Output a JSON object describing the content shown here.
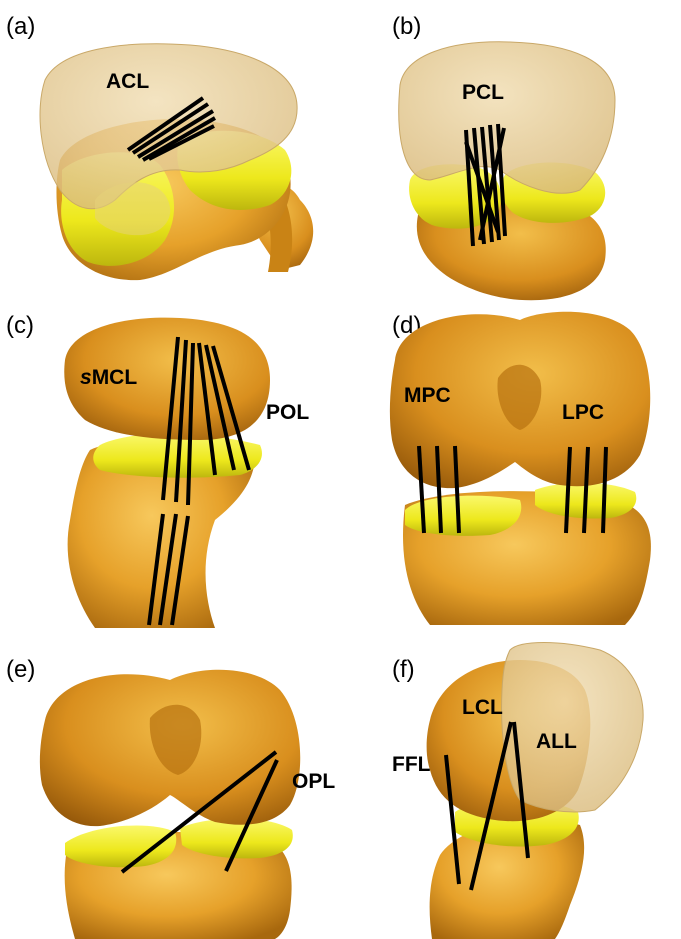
{
  "panels": [
    {
      "id": "a",
      "label": "(a)",
      "ligaments": [
        "ACL"
      ]
    },
    {
      "id": "b",
      "label": "(b)",
      "ligaments": [
        "PCL"
      ]
    },
    {
      "id": "c",
      "label": "(c)",
      "ligaments": [
        "sMCL",
        "POL"
      ]
    },
    {
      "id": "d",
      "label": "(d)",
      "ligaments": [
        "MPC",
        "LPC"
      ]
    },
    {
      "id": "e",
      "label": "(e)",
      "ligaments": [
        "OPL"
      ]
    },
    {
      "id": "f",
      "label": "(f)",
      "ligaments": [
        "FFL",
        "LCL",
        "ALL"
      ]
    }
  ],
  "labels": {
    "a": {
      "panel": "(a)",
      "acl": "ACL"
    },
    "b": {
      "panel": "(b)",
      "pcl": "PCL"
    },
    "c": {
      "panel": "(c)",
      "smcl_s": "s",
      "smcl_rest": "MCL",
      "pol": "POL"
    },
    "d": {
      "panel": "(d)",
      "mpc": "MPC",
      "lpc": "LPC"
    },
    "e": {
      "panel": "(e)",
      "opl": "OPL"
    },
    "f": {
      "panel": "(f)",
      "ffl": "FFL",
      "lcl": "LCL",
      "all": "ALL"
    }
  },
  "colors": {
    "bone": "#E8A52A",
    "bone_dark": "#B87514",
    "bone_light": "#F5C65A",
    "cartilage": "#F4F02A",
    "cartilage_dark": "#C9C514",
    "translucent_femur": "#E9CF95",
    "ligament": "#000000"
  }
}
